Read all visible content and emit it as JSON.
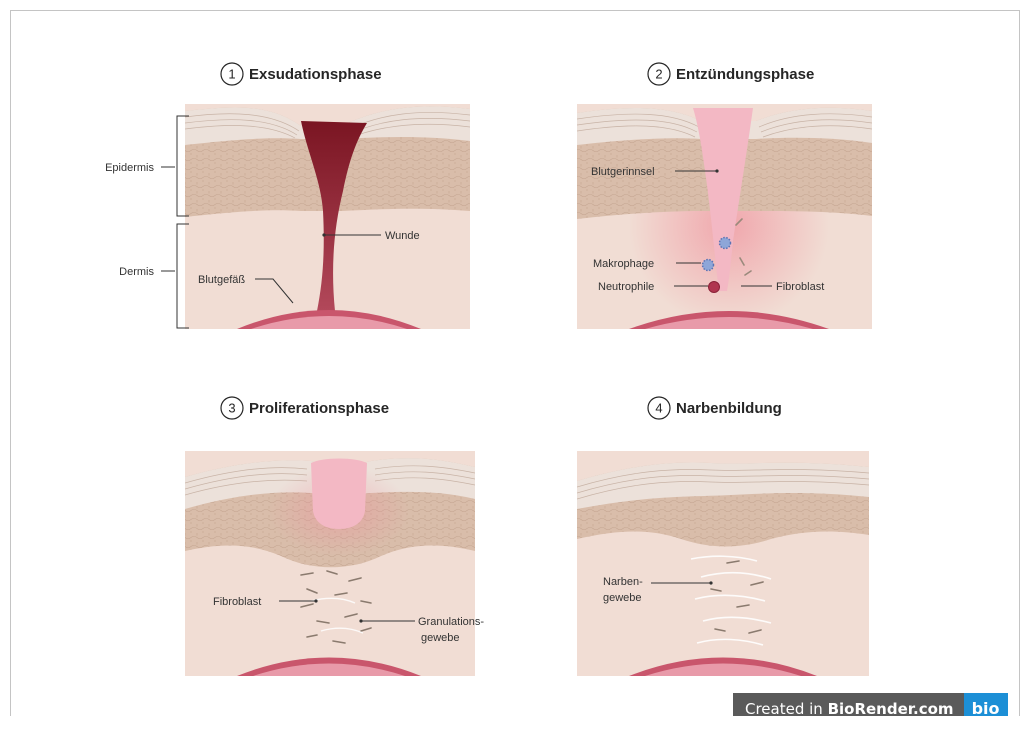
{
  "phases": [
    {
      "number": "1",
      "title": "Exsudationsphase"
    },
    {
      "number": "2",
      "title": "Entzündungsphase"
    },
    {
      "number": "3",
      "title": "Proliferationsphase"
    },
    {
      "number": "4",
      "title": "Narbenbildung"
    }
  ],
  "labels": {
    "epidermis": "Epidermis",
    "dermis": "Dermis",
    "wunde": "Wunde",
    "blutgefaess": "Blutgefäß",
    "blutgerinnsel": "Blutgerinnsel",
    "makrophage": "Makrophage",
    "neutrophile": "Neutrophile",
    "fibroblast": "Fibroblast",
    "fibroblast3": "Fibroblast",
    "granulations_1": "Granulations-",
    "granulations_2": "gewebe",
    "narben_1": "Narben-",
    "narben_2": "gewebe"
  },
  "credit": {
    "prefix": "Created in ",
    "brand": "BioRender.com",
    "logo": "bio"
  },
  "colors": {
    "dermis": "#f1ddd4",
    "epidermis": "#d9bdaa",
    "stratum": "#f3ebe6",
    "wound": "#8e1f2b",
    "clot": "#f3b8c4",
    "vessel": "#c9566c",
    "brand_bar": "#5a5a5a",
    "brand_logo": "#1c8fd6"
  }
}
